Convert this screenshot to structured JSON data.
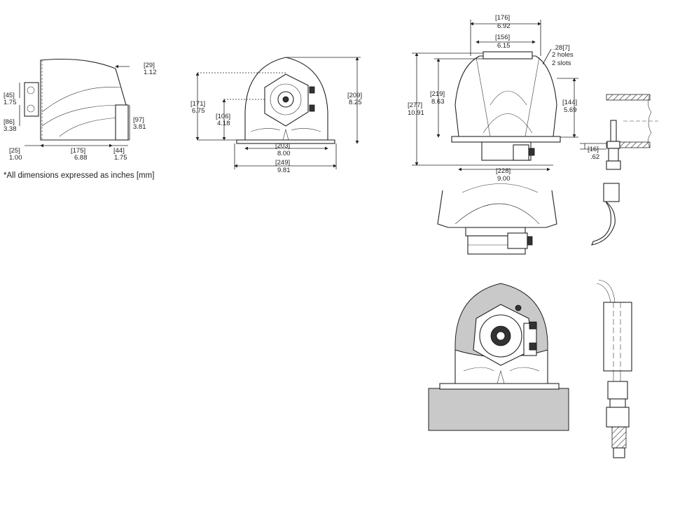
{
  "note": "*All dimensions expressed as inches [mm]",
  "side_view": {
    "top_offset": {
      "mm": "[29]",
      "in": "1.12"
    },
    "mount_upper": {
      "mm": "[45]",
      "in": "1.75"
    },
    "mount_lower": {
      "mm": "[86]",
      "in": "3.38"
    },
    "right_height": {
      "mm": "[97]",
      "in": "3.81"
    },
    "base_left": {
      "mm": "[25]",
      "in": "1.00"
    },
    "length": {
      "mm": "[175]",
      "in": "6.88"
    },
    "right_depth": {
      "mm": "[44]",
      "in": "1.75"
    }
  },
  "front_view": {
    "height_center": {
      "mm": "[171]",
      "in": "6.75"
    },
    "height_shaft": {
      "mm": "[106]",
      "in": "4.18"
    },
    "height_total": {
      "mm": "[209]",
      "in": "8.25"
    },
    "width_inner": {
      "mm": "[203]",
      "in": "8.00"
    },
    "width_total": {
      "mm": "[249]",
      "in": "9.81"
    }
  },
  "rear_view": {
    "top_width": {
      "mm": "[176]",
      "in": "6.92"
    },
    "inner_width": {
      "mm": "[156]",
      "in": "6.15"
    },
    "holes": {
      "value": ".28[7]",
      "line1": "2 holes",
      "line2": "2 slots"
    },
    "height_total": {
      "mm": "[277]",
      "in": "10.91"
    },
    "height_body": {
      "mm": "[219]",
      "in": "8.63"
    },
    "height_right": {
      "mm": "[144]",
      "in": "5.69"
    },
    "base_width": {
      "mm": "[228]",
      "in": "9.00"
    }
  },
  "fitting_view": {
    "offset": {
      "mm": "[16]",
      "in": ".62"
    }
  }
}
